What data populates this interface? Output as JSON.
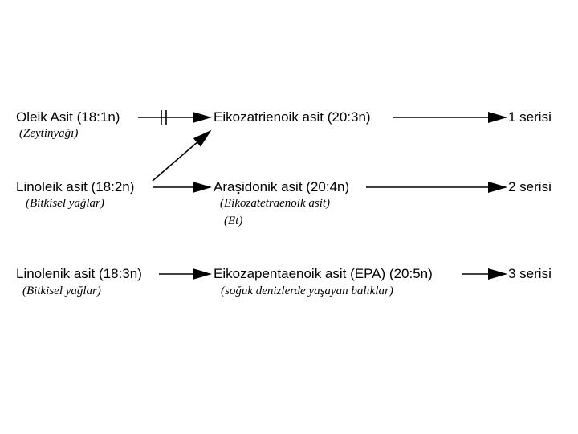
{
  "rows": [
    {
      "source": "Oleik Asit (18:1n)",
      "source_note": "(Zeytinyağı)",
      "product": "Eikozatrienoik asit (20:3n)",
      "series": "1 serisi"
    },
    {
      "source": "Linoleik asit (18:2n)",
      "source_note": "(Bitkisel yağlar)",
      "product": "Araşidonik asit (20:4n)",
      "product_note": "(Eikozatetraenoik asit)",
      "product_note2": "(Et)",
      "series": "2 serisi"
    },
    {
      "source": "Linolenik asit (18:3n)",
      "source_note": "(Bitkisel yağlar)",
      "product": "Eikozapentaenoik asit (EPA) (20:5n)",
      "product_note": "(soğuk denizlerde yaşayan balıklar)",
      "series": "3 serisi"
    }
  ],
  "colors": {
    "ink": "#000000",
    "background": "#ffffff"
  }
}
